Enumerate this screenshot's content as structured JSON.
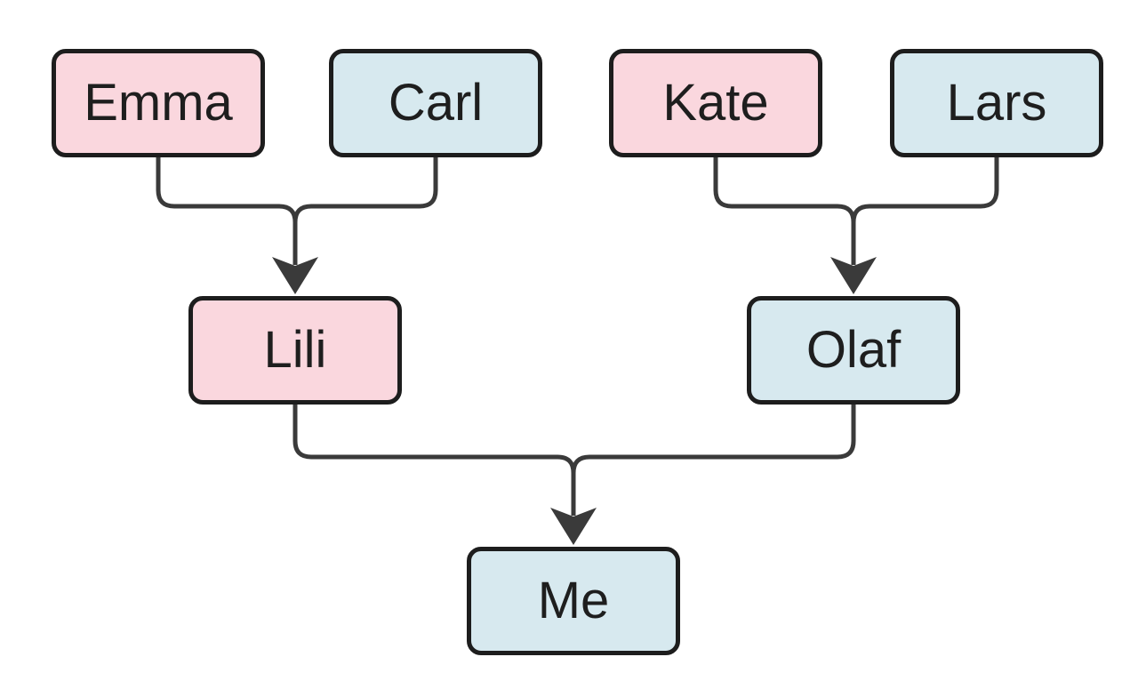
{
  "diagram": {
    "type": "family-tree-flowchart",
    "background_color": "#ffffff",
    "node_border_color": "#1d1d1d",
    "edge_color": "#3a3a3a",
    "text_color": "#1e1e1e",
    "female_fill_color": "#fad7de",
    "male_fill_color": "#d7e9ef",
    "nodes": {
      "emma": {
        "label": "Emma",
        "fill": "#fad7de"
      },
      "carl": {
        "label": "Carl",
        "fill": "#d7e9ef"
      },
      "kate": {
        "label": "Kate",
        "fill": "#fad7de"
      },
      "lars": {
        "label": "Lars",
        "fill": "#d7e9ef"
      },
      "lili": {
        "label": "Lili",
        "fill": "#fad7de"
      },
      "olaf": {
        "label": "Olaf",
        "fill": "#d7e9ef"
      },
      "me": {
        "label": "Me",
        "fill": "#d7e9ef"
      }
    },
    "edges": [
      {
        "from": "Emma",
        "to": "Lili"
      },
      {
        "from": "Carl",
        "to": "Lili"
      },
      {
        "from": "Kate",
        "to": "Olaf"
      },
      {
        "from": "Lars",
        "to": "Olaf"
      },
      {
        "from": "Lili",
        "to": "Me"
      },
      {
        "from": "Olaf",
        "to": "Me"
      }
    ]
  }
}
